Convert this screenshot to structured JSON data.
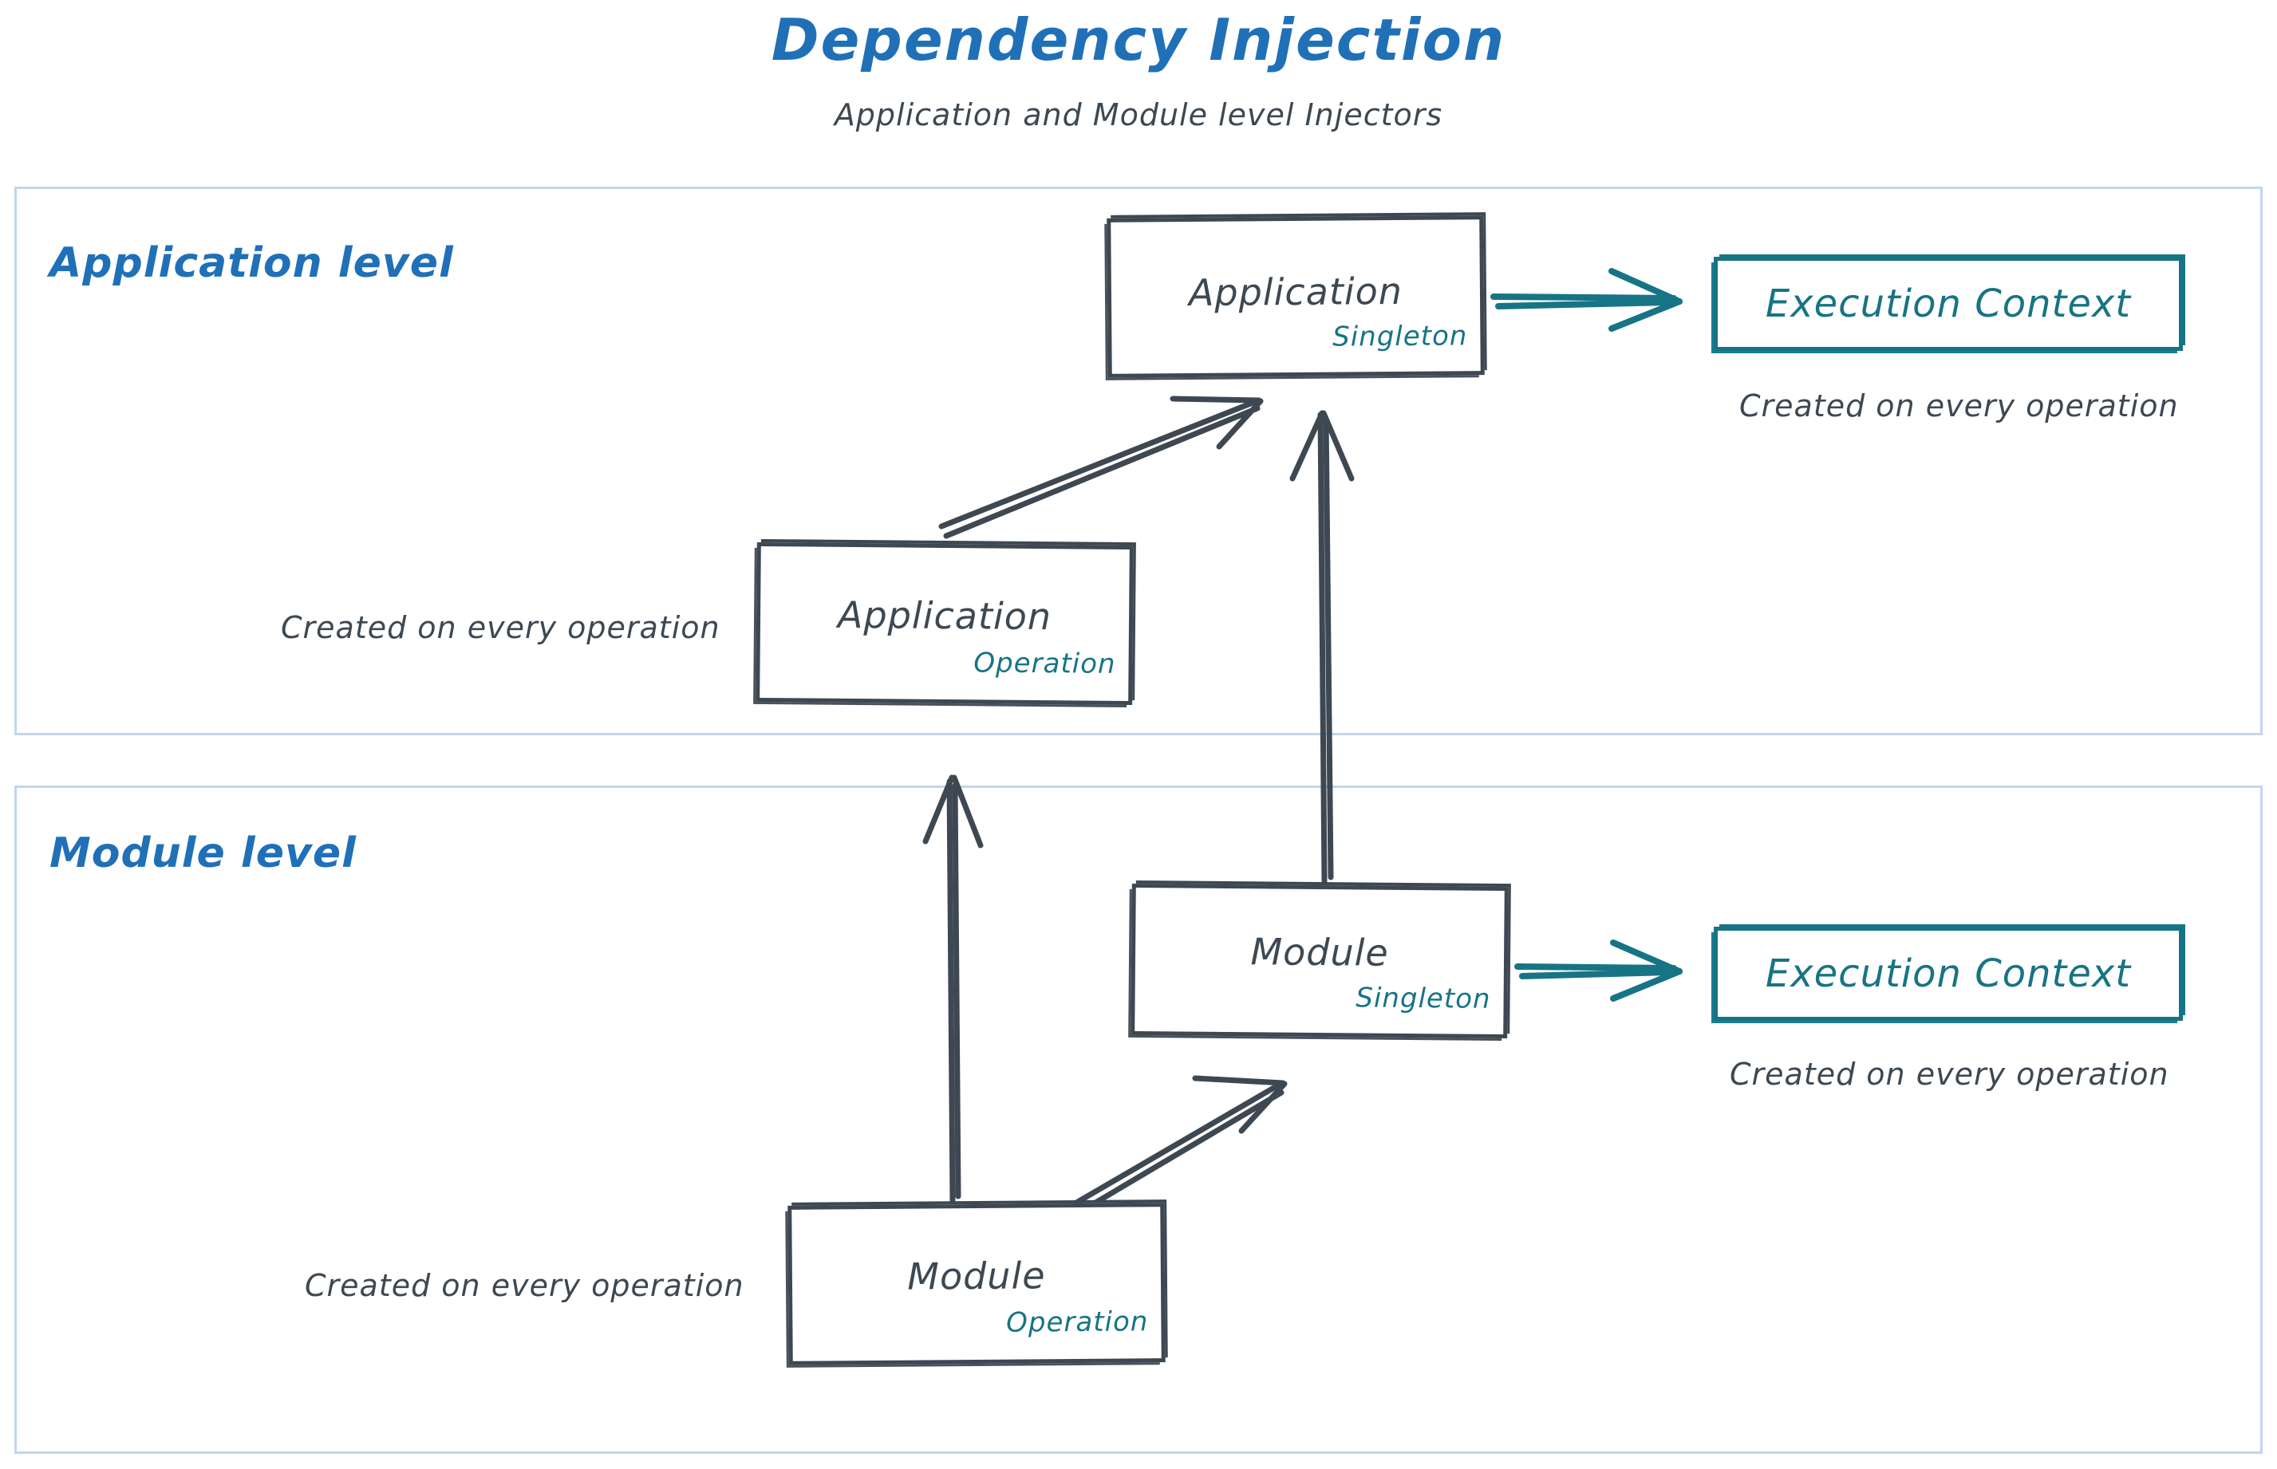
{
  "header": {
    "title": "Dependency Injection",
    "subtitle": "Application and Module level Injectors"
  },
  "colors": {
    "title_blue": "#2070b8",
    "level_border": "#c2d6ec",
    "node_dark": "#3d4852",
    "accent_teal": "#177484",
    "background": "#ffffff"
  },
  "levels": [
    {
      "id": "application",
      "label": "Application level",
      "nodes": [
        {
          "id": "app-singleton",
          "title": "Application",
          "scope": "Singleton"
        },
        {
          "id": "app-operation",
          "title": "Application",
          "scope": "Operation"
        }
      ],
      "context_box": {
        "label": "Execution Context",
        "caption": "Created on every operation"
      },
      "operation_caption": "Created on every operation"
    },
    {
      "id": "module",
      "label": "Module level",
      "nodes": [
        {
          "id": "mod-singleton",
          "title": "Module",
          "scope": "Singleton"
        },
        {
          "id": "mod-operation",
          "title": "Module",
          "scope": "Operation"
        }
      ],
      "context_box": {
        "label": "Execution Context",
        "caption": "Created on every operation"
      },
      "operation_caption": "Created on every operation"
    }
  ],
  "edges": [
    {
      "id": "app-op-to-app-singleton",
      "from": "app-operation",
      "to": "app-singleton",
      "style": "diagonal-up-right",
      "color": "#3d4852"
    },
    {
      "id": "app-singleton-to-ctx",
      "from": "app-singleton",
      "to": "ctx-app",
      "style": "horizontal-right",
      "color": "#177484"
    },
    {
      "id": "mod-singleton-to-app-singleton",
      "from": "mod-singleton",
      "to": "app-singleton",
      "style": "vertical-up",
      "color": "#3d4852"
    },
    {
      "id": "mod-op-to-app-op",
      "from": "mod-operation",
      "to": "app-operation",
      "style": "vertical-up",
      "color": "#3d4852"
    },
    {
      "id": "mod-op-to-mod-singleton",
      "from": "mod-operation",
      "to": "mod-singleton",
      "style": "diagonal-up-right",
      "color": "#3d4852"
    },
    {
      "id": "mod-singleton-to-ctx",
      "from": "mod-singleton",
      "to": "ctx-mod",
      "style": "horizontal-right",
      "color": "#177484"
    }
  ]
}
